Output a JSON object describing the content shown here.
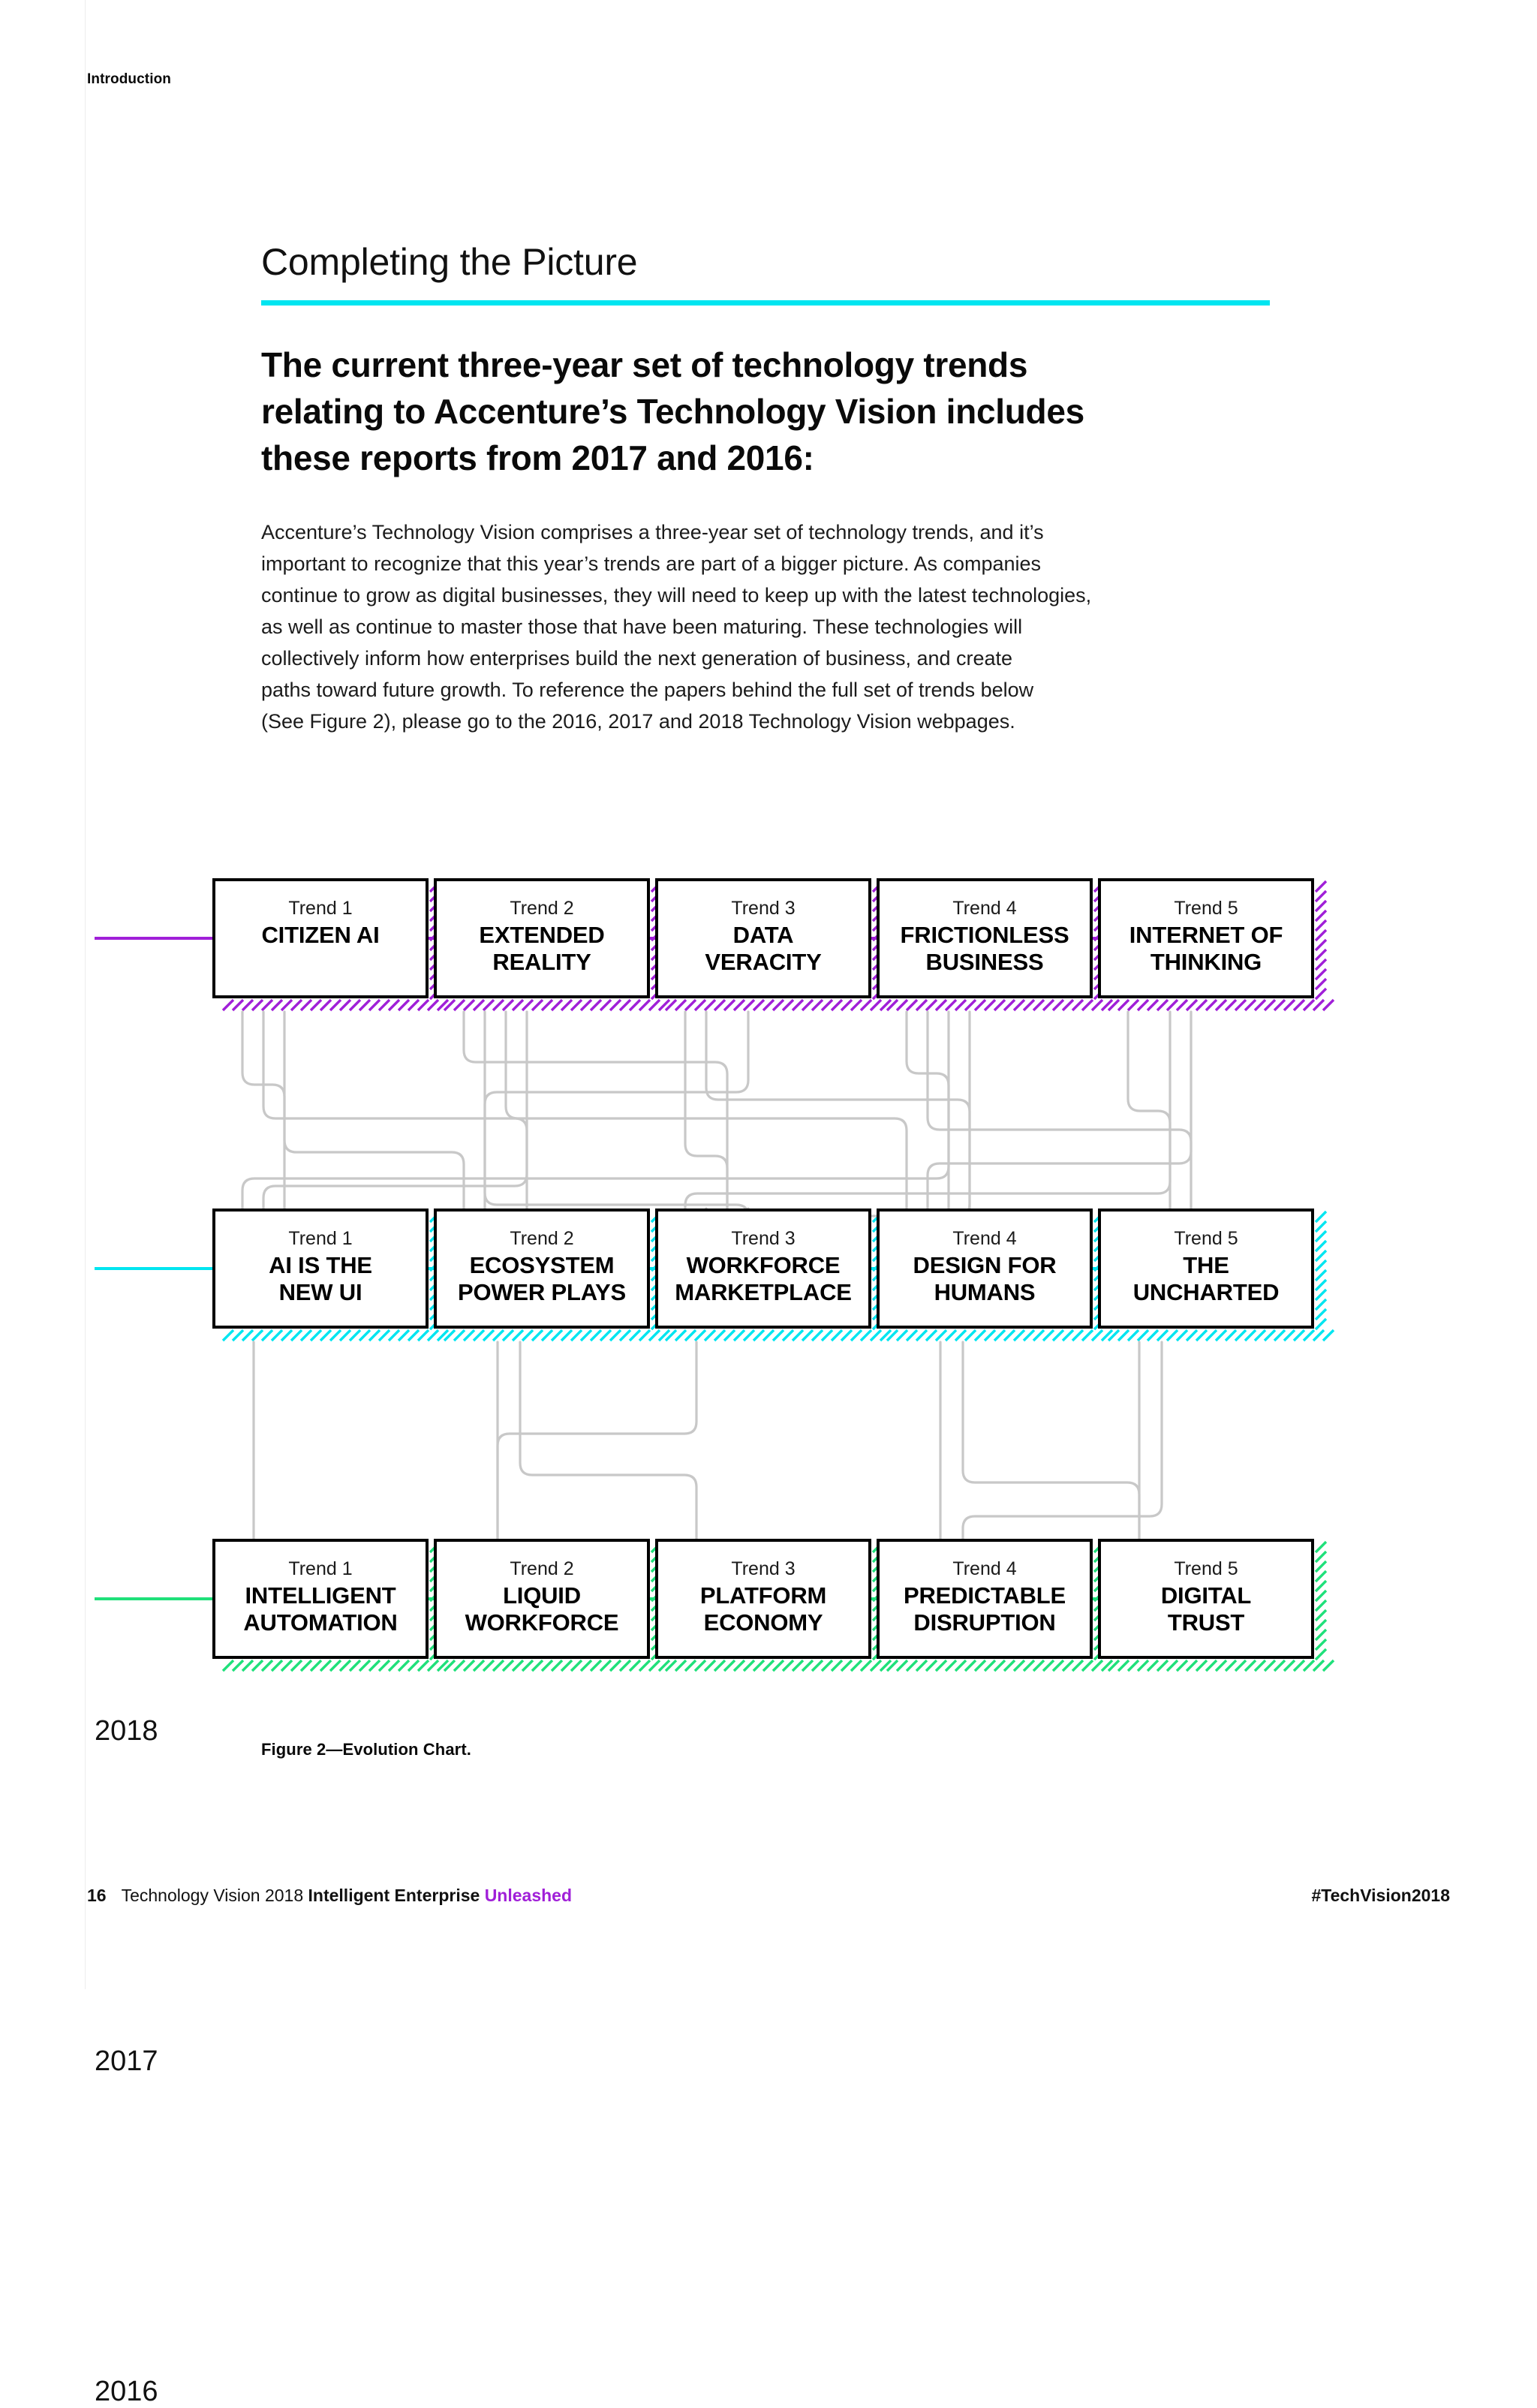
{
  "page": {
    "kicker": "Introduction",
    "section_title": "Completing the Picture",
    "headline_lines": [
      "The current three-year set of technology trends",
      "relating to Accenture’s Technology Vision includes",
      "these reports from 2017 and 2016:"
    ],
    "body_lines": [
      "Accenture’s Technology Vision comprises a three-year set of technology trends, and it’s",
      "important to recognize that this year’s trends are part of a bigger picture. As companies",
      "continue to grow as digital businesses, they will need to keep up with the latest technologies,",
      "as well as continue to master those that have been maturing. These technologies will",
      "collectively inform how enterprises build the next generation of business, and create",
      "paths toward future growth. To reference the papers behind the full set of trends below",
      "(See Figure 2), please go to the 2016, 2017 and 2018 Technology Vision webpages."
    ],
    "caption": "Figure 2—Evolution Chart."
  },
  "footer": {
    "page_number": "16",
    "title_plain": "Technology Vision 2018 ",
    "title_bold": "Intelligent Enterprise ",
    "title_accent": "Unleashed",
    "hashtag": "#TechVision2018"
  },
  "colors": {
    "purple": "#a01fd8",
    "cyan": "#00e5f0",
    "green": "#1fe07a",
    "connector_gray": "#c8c8c8",
    "rule_cyan": "#00e5f0"
  },
  "chart_data": {
    "type": "diagram",
    "title": "Figure 2—Evolution Chart.",
    "subtitle": "Accenture Technology Vision trends by year, with cross-year lineage connectors",
    "rows": [
      {
        "year": "2018",
        "color": "#a01fd8",
        "trends": [
          {
            "num": "Trend 1",
            "name_lines": [
              "CITIZEN AI"
            ]
          },
          {
            "num": "Trend 2",
            "name_lines": [
              "EXTENDED",
              "REALITY"
            ]
          },
          {
            "num": "Trend 3",
            "name_lines": [
              "DATA",
              "VERACITY"
            ]
          },
          {
            "num": "Trend 4",
            "name_lines": [
              "FRICTIONLESS",
              "BUSINESS"
            ]
          },
          {
            "num": "Trend 5",
            "name_lines": [
              "INTERNET OF",
              "THINKING"
            ]
          }
        ]
      },
      {
        "year": "2017",
        "color": "#00e5f0",
        "trends": [
          {
            "num": "Trend 1",
            "name_lines": [
              "AI IS THE",
              "NEW UI"
            ]
          },
          {
            "num": "Trend 2",
            "name_lines": [
              "ECOSYSTEM",
              "POWER PLAYS"
            ]
          },
          {
            "num": "Trend 3",
            "name_lines": [
              "WORKFORCE",
              "MARKETPLACE"
            ]
          },
          {
            "num": "Trend 4",
            "name_lines": [
              "DESIGN FOR",
              "HUMANS"
            ]
          },
          {
            "num": "Trend 5",
            "name_lines": [
              "THE",
              "UNCHARTED"
            ]
          }
        ]
      },
      {
        "year": "2016",
        "color": "#1fe07a",
        "trends": [
          {
            "num": "Trend 1",
            "name_lines": [
              "INTELLIGENT",
              "AUTOMATION"
            ]
          },
          {
            "num": "Trend 2",
            "name_lines": [
              "LIQUID",
              "WORKFORCE"
            ]
          },
          {
            "num": "Trend 3",
            "name_lines": [
              "PLATFORM",
              "ECONOMY"
            ]
          },
          {
            "num": "Trend 4",
            "name_lines": [
              "PREDICTABLE",
              "DISRUPTION"
            ]
          },
          {
            "num": "Trend 5",
            "name_lines": [
              "DIGITAL",
              "TRUST"
            ]
          }
        ]
      }
    ]
  }
}
